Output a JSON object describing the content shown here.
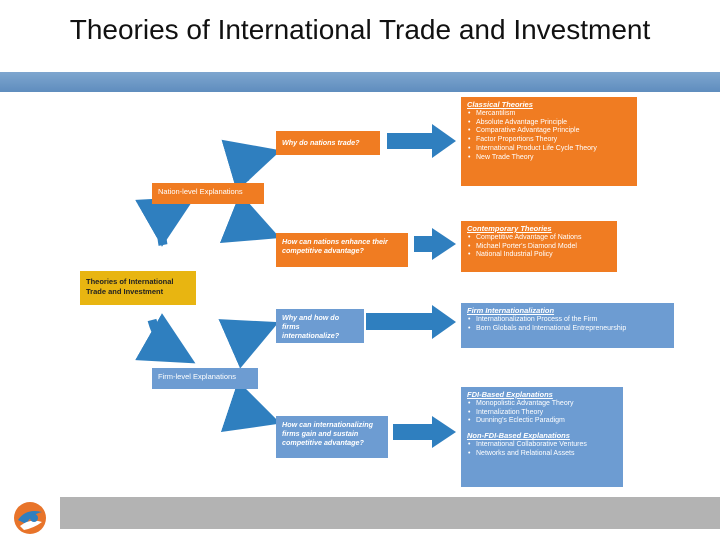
{
  "title": "Theories of International Trade and Investment",
  "root_box": "Theories of International Trade and Investment",
  "levels": {
    "nation": "Nation-level Explanations",
    "firm": "Firm-level Explanations"
  },
  "questions": {
    "q1": "Why do nations trade?",
    "q2": "How can nations enhance their competitive advantage?",
    "q3": "Why and how do firms internationalize?",
    "q4": "How can internationalizing firms gain and sustain competitive advantage?"
  },
  "classical": {
    "heading": "Classical Theories",
    "items": [
      "Mercantilism",
      "Absolute Advantage Principle",
      "Comparative Advantage Principle",
      "Factor Proportions Theory",
      "International Product Life Cycle Theory",
      "New Trade Theory"
    ]
  },
  "contemporary": {
    "heading": "Contemporary Theories",
    "items": [
      "Competitive Advantage of Nations",
      "Michael Porter's Diamond Model",
      "National Industrial Policy"
    ]
  },
  "firm_intl": {
    "heading": "Firm Internationalization",
    "items": [
      "Internationalization Process of the Firm",
      "Born Globals and International Entrepreneurship"
    ]
  },
  "fdi": {
    "heading": "FDI-Based Explanations",
    "items": [
      "Monopolistic Advantage Theory",
      "Internalization Theory",
      "Dunning's Eclectic Paradigm"
    ]
  },
  "non_fdi": {
    "heading": "Non-FDI-Based Explanations",
    "items": [
      "International Collaborative Ventures",
      "Networks and Relational Assets"
    ]
  },
  "colors": {
    "orange": "#f07c22",
    "blue": "#6d9cd2",
    "yellow": "#e8b511",
    "top_bar": "#6f99c6",
    "bottom_bar": "#b3b3b3"
  },
  "icons": [
    "curved-arrow-icon",
    "right-arrow-icon",
    "logo-icon"
  ]
}
